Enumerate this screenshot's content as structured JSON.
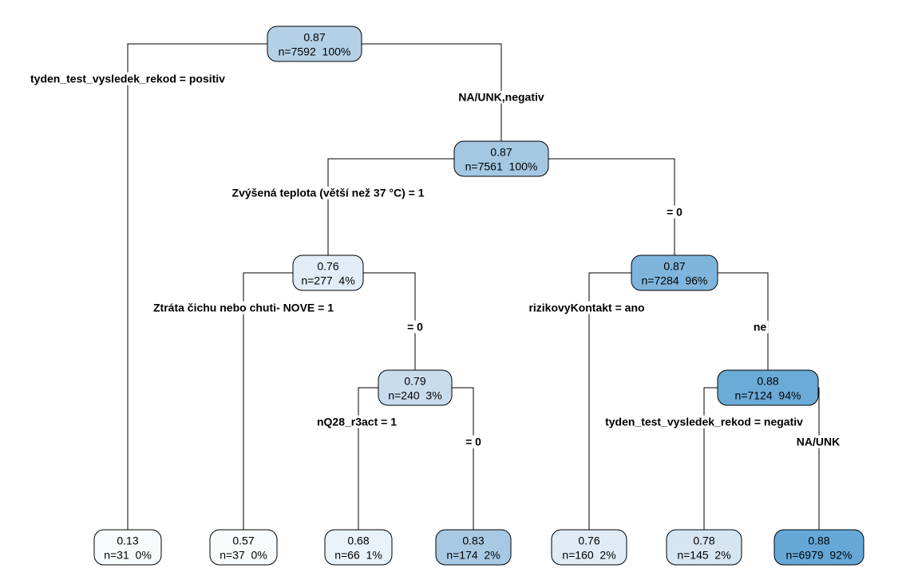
{
  "tree": {
    "nodes": [
      {
        "id": "n1",
        "value": "0.87",
        "stats": "n=7592  100%",
        "fill": "#b3d0e6"
      },
      {
        "id": "n2",
        "value": "0.87",
        "stats": "n=7561  100%",
        "fill": "#a4c8e2"
      },
      {
        "id": "n3",
        "value": "0.76",
        "stats": "n=277  4%",
        "fill": "#e1ecf6"
      },
      {
        "id": "n4",
        "value": "0.87",
        "stats": "n=7284  96%",
        "fill": "#7fb5dc"
      },
      {
        "id": "n5",
        "value": "0.79",
        "stats": "n=240  3%",
        "fill": "#c9dcee"
      },
      {
        "id": "n6",
        "value": "0.88",
        "stats": "n=7124  94%",
        "fill": "#6aabd8"
      },
      {
        "id": "l1",
        "value": "0.13",
        "stats": "n=31  0%",
        "fill": "#f7fbfe"
      },
      {
        "id": "l2",
        "value": "0.57",
        "stats": "n=37  0%",
        "fill": "#f7fbfe"
      },
      {
        "id": "l3",
        "value": "0.68",
        "stats": "n=66  1%",
        "fill": "#e9f2f9"
      },
      {
        "id": "l4",
        "value": "0.83",
        "stats": "n=174  2%",
        "fill": "#a8c9e3"
      },
      {
        "id": "l5",
        "value": "0.76",
        "stats": "n=160  2%",
        "fill": "#e0ebf5"
      },
      {
        "id": "l6",
        "value": "0.78",
        "stats": "n=145  2%",
        "fill": "#d6e5f2"
      },
      {
        "id": "l7",
        "value": "0.88",
        "stats": "n=6979  92%",
        "fill": "#65a8d7"
      }
    ],
    "splits": [
      {
        "id": "s1",
        "text": "tyden_test_vysledek_rekod = positiv"
      },
      {
        "id": "s2",
        "text": "NA/UNK,negativ"
      },
      {
        "id": "s3",
        "text": "Zvýšená teplota (větší než 37 °C) = 1"
      },
      {
        "id": "s4",
        "text": "= 0"
      },
      {
        "id": "s5",
        "text": "Ztráta čichu nebo chuti- NOVE = 1"
      },
      {
        "id": "s6",
        "text": "= 0"
      },
      {
        "id": "s7",
        "text": "rizikovyKontakt = ano"
      },
      {
        "id": "s8",
        "text": "ne"
      },
      {
        "id": "s9",
        "text": "nQ28_r3act = 1"
      },
      {
        "id": "s10",
        "text": "= 0"
      },
      {
        "id": "s11",
        "text": "tyden_test_vysledek_rekod = negativ"
      },
      {
        "id": "s12",
        "text": "NA/UNK"
      }
    ]
  }
}
